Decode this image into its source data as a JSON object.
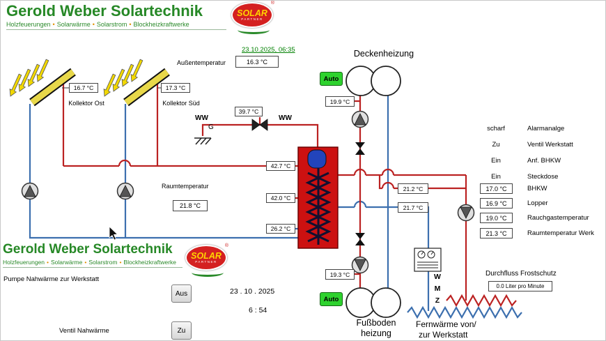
{
  "brand": {
    "title": "Gerold Weber Solartechnik",
    "subtitle_items": [
      "Holzfeuerungen",
      "Solarwärme",
      "Solarstrom",
      "Blockheizkraftwerke"
    ],
    "bullet": "•",
    "logo_name": "SOLAR",
    "logo_sub": "PARTNER",
    "logo_reg": "®"
  },
  "top": {
    "datetime": "23.10.2025,  06:35",
    "aussen_label": "Außentemperatur",
    "aussen_value": "16.3 °C"
  },
  "collectors": {
    "ost_label": "Kollektor Ost",
    "ost_value": "16.7 °C",
    "sued_label": "Kollektor Süd",
    "sued_value": "17.3 °C"
  },
  "system": {
    "decken_label": "Deckenheizung",
    "decken_vorlauf": "19.9 °C",
    "ww_left": "WW",
    "ww_right": "WW",
    "ww_temp": "39.7 °C",
    "ground_label": "G",
    "auto_top": "Auto",
    "auto_bottom": "Auto",
    "raum_label": "Raumtemperatur",
    "raum_value": "21.8 °C",
    "tank_oben": "42.7 °C",
    "tank_mitte": "42.0 °C",
    "tank_unten": "26.2 °C",
    "werkstatt_vorlauf": "21.2 °C",
    "werkstatt_ruecklauf": "21.7 °C",
    "fussboden_vorlauf": "19.3 °C",
    "fussboden_label_1": "Fußboden",
    "fussboden_label_2": "heizung",
    "fernwaerme_label_1": "Fernwärme von/",
    "fernwaerme_label_2": "zur Werkstatt",
    "wmz_letters": [
      "W",
      "M",
      "Z"
    ]
  },
  "status": {
    "rows": [
      {
        "value": "scharf",
        "label": "Alarmanalge"
      },
      {
        "value": "Zu",
        "label": "Ventil Werkstatt"
      },
      {
        "value": "Ein",
        "label": "Anf. BHKW"
      },
      {
        "value": "Ein",
        "label": "Steckdose"
      },
      {
        "value": "17.0 °C",
        "label": "BHKW"
      },
      {
        "value": "16.9 °C",
        "label": "Lopper"
      },
      {
        "value": "19.0 °C",
        "label": "Rauchgastemperatur"
      },
      {
        "value": "21.3 °C",
        "label": "Raumtemperatur Werk"
      }
    ],
    "flow_label": "Durchfluss Frostschutz",
    "flow_value": "0.0 Liter pro Minute"
  },
  "bottom": {
    "pump_label": "Pumpe Nahwärme zur Werkstatt",
    "pump_state": "Aus",
    "valve_label": "Ventil Nahwärme",
    "valve_state": "Zu",
    "date": "23 . 10 . 2025",
    "time": "6 : 54"
  },
  "colors": {
    "hot_pipe": "#bb2222",
    "cold_pipe": "#3c6fae",
    "tank": "#cc1111",
    "brand_green": "#268826",
    "auto_green": "#2ed22e",
    "collector_yellow": "#e8d84a"
  }
}
